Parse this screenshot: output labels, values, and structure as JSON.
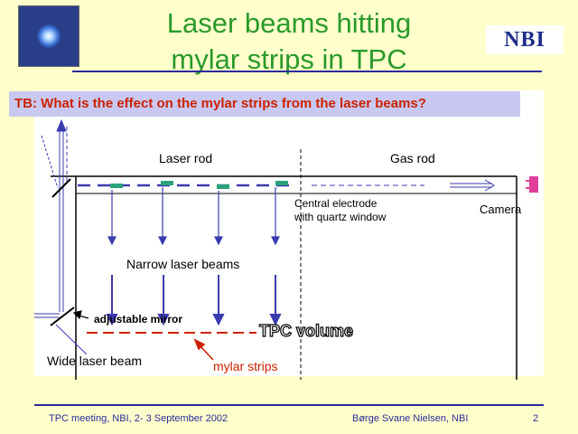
{
  "title": {
    "line1": "Laser beams hitting",
    "line2": "mylar strips in TPC"
  },
  "logo": "NBI",
  "question": "TB: What is the effect on the mylar strips from the laser beams?",
  "diagram": {
    "laser_rod": "Laser rod",
    "gas_rod": "Gas rod",
    "central_electrode_line1": "Central electrode",
    "central_electrode_line2": "with quartz window",
    "camera": "Camera",
    "narrow_beams": "Narrow laser beams",
    "adjustable_mirror": "adjustable mirror",
    "tpc_volume": "TPC volume",
    "wide_beam": "Wide laser beam",
    "mylar_strips": "mylar strips"
  },
  "colors": {
    "title": "#2a9a2a",
    "question_text": "#cc2200",
    "question_bg": "#c8c8f0",
    "beam": "#3b3bb0",
    "rod_block": "#2aa27a",
    "mylar": "#cc2200",
    "camera": "#e0409a",
    "footer": "#2b2b9a"
  },
  "footer": {
    "left": "TPC meeting, NBI, 2- 3 September 2002",
    "center": "Børge Svane Nielsen, NBI",
    "page": "2"
  }
}
